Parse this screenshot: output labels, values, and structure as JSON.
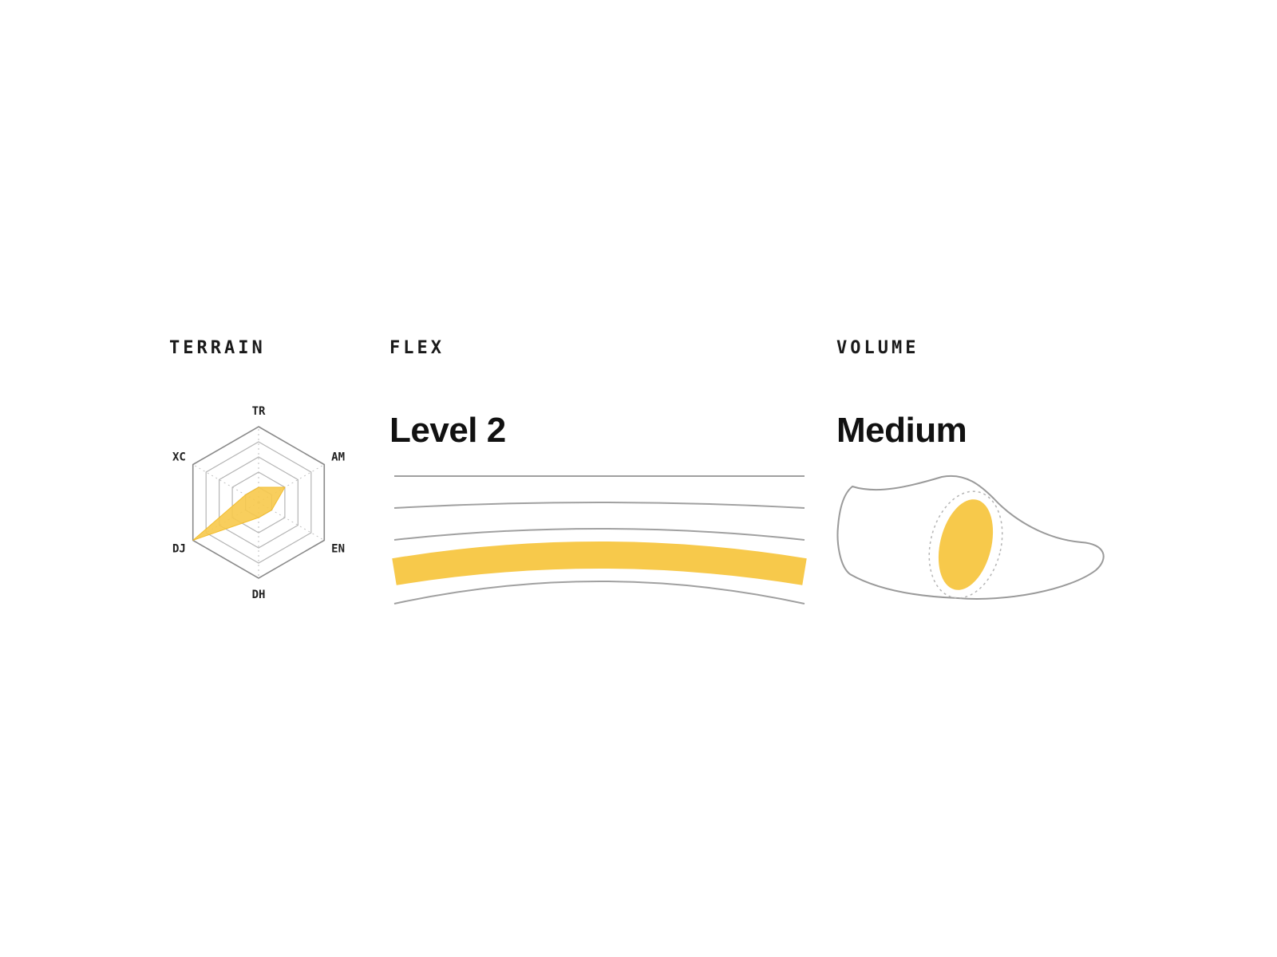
{
  "terrain": {
    "label": "TERRAIN"
  },
  "flex": {
    "label": "FLEX",
    "value": "Level 2",
    "level": 2,
    "levels": 5
  },
  "volume": {
    "label": "VOLUME",
    "value": "Medium"
  },
  "colors": {
    "accent": "#f7c94b",
    "line": "#9a9a9a",
    "grid": "#b5b5b5",
    "text": "#111111"
  },
  "chart_data": {
    "type": "radar",
    "title": "TERRAIN",
    "categories": [
      "TR",
      "AM",
      "EN",
      "DH",
      "DJ",
      "XC"
    ],
    "values": [
      1,
      2,
      1,
      1,
      5,
      1
    ],
    "rmax": 5,
    "rings": 5
  }
}
